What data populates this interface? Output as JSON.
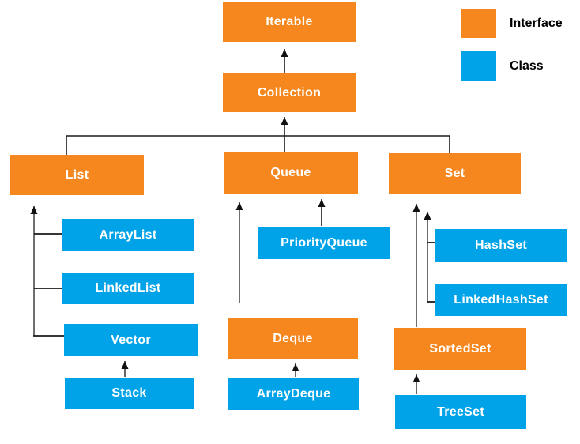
{
  "diagram": {
    "colors": {
      "interface": "#F6871F",
      "class": "#00A2E8",
      "line": "#1a1a1a",
      "branch_line": "#6f6f6f",
      "text_on_node": "#FFFFFF",
      "legend_text": "#000000",
      "background": "#FFFFFF"
    },
    "nodes": {
      "iterable": {
        "label": "Iterable",
        "kind": "interface"
      },
      "collection": {
        "label": "Collection",
        "kind": "interface"
      },
      "list": {
        "label": "List",
        "kind": "interface"
      },
      "queue": {
        "label": "Queue",
        "kind": "interface"
      },
      "set": {
        "label": "Set",
        "kind": "interface"
      },
      "arraylist": {
        "label": "ArrayList",
        "kind": "class"
      },
      "linkedlist": {
        "label": "LinkedList",
        "kind": "class"
      },
      "vector": {
        "label": "Vector",
        "kind": "class"
      },
      "stack": {
        "label": "Stack",
        "kind": "class"
      },
      "priorityqueue": {
        "label": "PriorityQueue",
        "kind": "class"
      },
      "deque": {
        "label": "Deque",
        "kind": "interface"
      },
      "arraydeque": {
        "label": "ArrayDeque",
        "kind": "class"
      },
      "hashset": {
        "label": "HashSet",
        "kind": "class"
      },
      "linkedhashset": {
        "label": "LinkedHashSet",
        "kind": "class"
      },
      "sortedset": {
        "label": "SortedSet",
        "kind": "interface"
      },
      "treeset": {
        "label": "TreeSet",
        "kind": "class"
      }
    },
    "edges": [
      {
        "from": "collection",
        "to": "iterable"
      },
      {
        "from": "list",
        "to": "collection"
      },
      {
        "from": "queue",
        "to": "collection"
      },
      {
        "from": "set",
        "to": "collection"
      },
      {
        "from": "arraylist",
        "to": "list"
      },
      {
        "from": "linkedlist",
        "to": "list"
      },
      {
        "from": "vector",
        "to": "list"
      },
      {
        "from": "stack",
        "to": "vector"
      },
      {
        "from": "priorityqueue",
        "to": "queue"
      },
      {
        "from": "deque",
        "to": "queue"
      },
      {
        "from": "arraydeque",
        "to": "deque"
      },
      {
        "from": "hashset",
        "to": "set"
      },
      {
        "from": "linkedhashset",
        "to": "set"
      },
      {
        "from": "sortedset",
        "to": "set"
      },
      {
        "from": "treeset",
        "to": "sortedset"
      }
    ],
    "legend": {
      "interface": {
        "label": "Interface",
        "color": "#F6871F"
      },
      "class": {
        "label": "Class",
        "color": "#00A2E8"
      }
    }
  }
}
